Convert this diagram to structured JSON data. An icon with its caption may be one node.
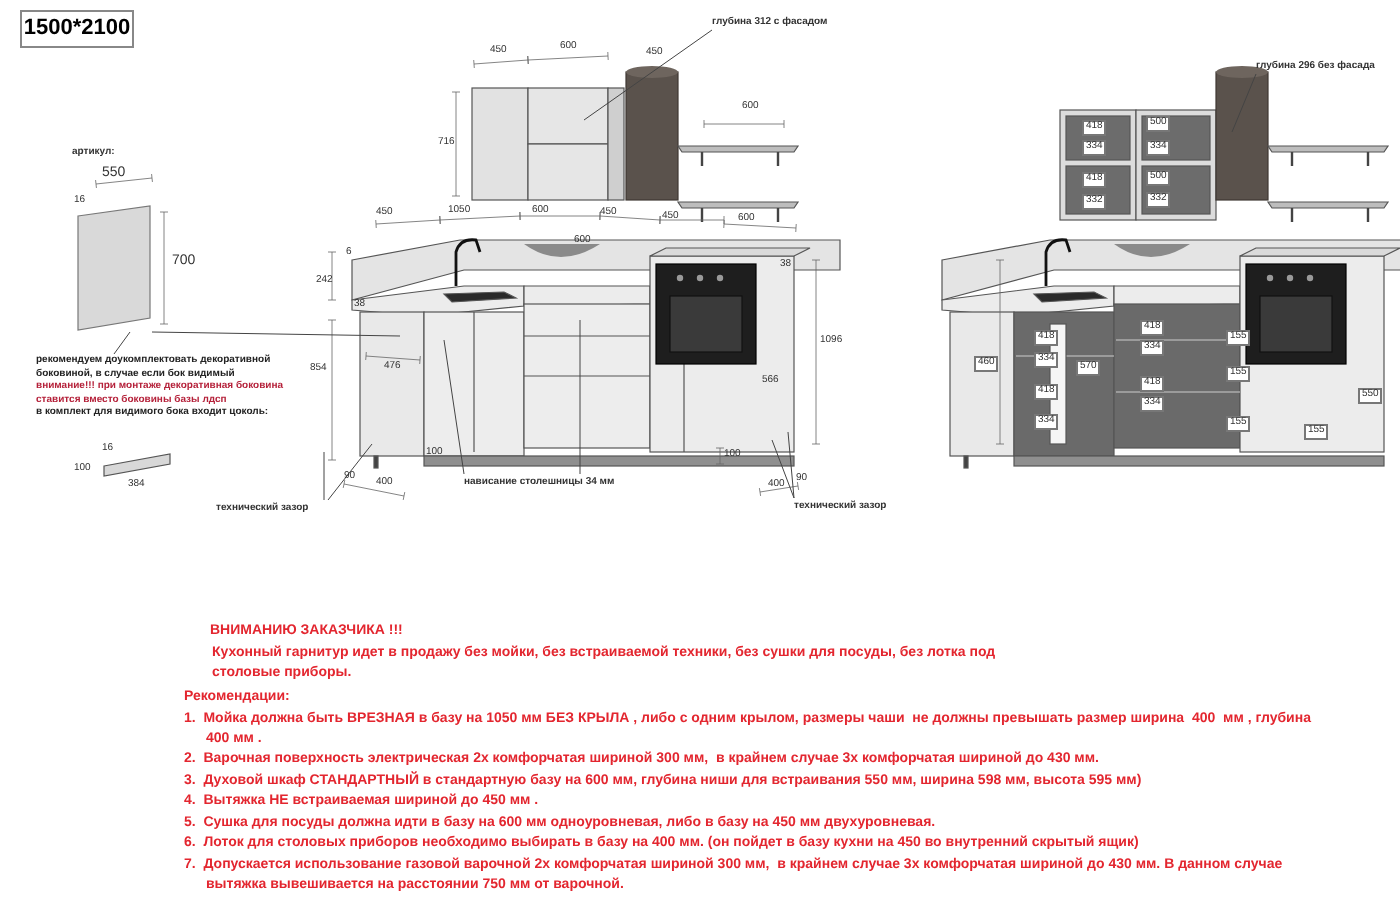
{
  "diagram": {
    "nodes": [
      {
        "text": [
          "1500*2100"
        ]
      },
      {
        "text": [
          "глубина 312 с фасадом"
        ]
      },
      {
        "text": [
          "глубина 296 без фасада"
        ]
      },
      {
        "text": [],
        "shape": "box"
      },
      {
        "text": [
          "рекомендуем доукомплектовать декоративной боковиной, в случае если бок видимый",
          "внимание!!! при монтаже декоративная боковина ставится вместо боковины базы лдсп",
          "в комплект для видимого бока входит цоколь:"
        ]
      },
      {
        "text": [
          "нависание столешницы 34 мм"
        ]
      },
      {
        "text": [
          "технический зазор"
        ]
      },
      {
        "text": [
          "технический зазор"
        ]
      }
    ],
    "edges": [
      {
        "from": 1,
        "to": null,
        "arrow": "none"
      },
      {
        "from": 2,
        "to": null,
        "arrow": "none"
      },
      {
        "from": 4,
        "to": 3,
        "arrow": "none"
      },
      {
        "from": 3,
        "to": null,
        "arrow": "none"
      },
      {
        "from": 5,
        "to": null,
        "arrow": "none"
      },
      {
        "from": 5,
        "to": null,
        "arrow": "none"
      },
      {
        "from": 6,
        "to": null,
        "arrow": "none"
      },
      {
        "from": 6,
        "to": null,
        "arrow": "none"
      },
      {
        "from": 7,
        "to": null,
        "arrow": "none"
      },
      {
        "from": 7,
        "to": null,
        "arrow": "none"
      }
    ],
    "labels": [
      "артикул:",
      "550",
      "16",
      "700",
      "16",
      "100",
      "384",
      "450",
      "600",
      "450",
      "716",
      "600",
      "450",
      "1050",
      "600",
      "450",
      "450",
      "600",
      "600",
      "6",
      "242",
      "38",
      "854",
      "476",
      "100",
      "90",
      "400",
      "1096",
      "566",
      "38",
      "100",
      "90",
      "400",
      "418",
      "500",
      "334",
      "334",
      "418",
      "500",
      "332",
      "332",
      "460",
      "418",
      "334",
      "570",
      "418",
      "334",
      "418",
      "334",
      "418",
      "334",
      "155",
      "155",
      "155",
      "155",
      "550",
      "ВНИМАНИЮ ЗАКАЗЧИКА !!!",
      "Кухонный гарнитур идет в продажу без мойки, без встраиваемой техники, без сушки для посуды, без лотка под столовые приборы.",
      "Рекомендации:",
      "1.  Мойка должна быть ВРЕЗНАЯ в базу на 1050 мм БЕЗ КРЫЛА , либо с одним крылом, размеры чаши  не должны превышать размер ширина  400  мм , глубина  400 мм .",
      "2.  Варочная поверхность электрическая 2х комфорчатая шириной 300 мм,  в крайнем случае 3х комфорчатая шириной до 430 мм.",
      "3.  Духовой шкаф СТАНДАРТНЫЙ в стандартную базу на 600 мм, глубина ниши для встраивания 550 мм, ширина 598 мм, высота 595 мм)",
      "4.  Вытяжка НЕ встраиваемая шириной до 450 мм .",
      "5.  Сушка для посуды должна идти в базу на 600 мм одноуровневая, либо в базу на 450 мм двухуровневая.",
      "6.  Лоток для столовых приборов необходимо выбирать в базу на 400 мм. (он пойдет в базу кухни на 450 во внутренний скрытый ящик)",
      "7.  Допускается использование газовой варочной 2х комфорчатая шириной 300 мм,  в крайнем случае 3х комфорчатая шириной до 430 мм. В данном случае вытяжка вывешивается на расстоянии 750 мм от варочной."
    ]
  }
}
